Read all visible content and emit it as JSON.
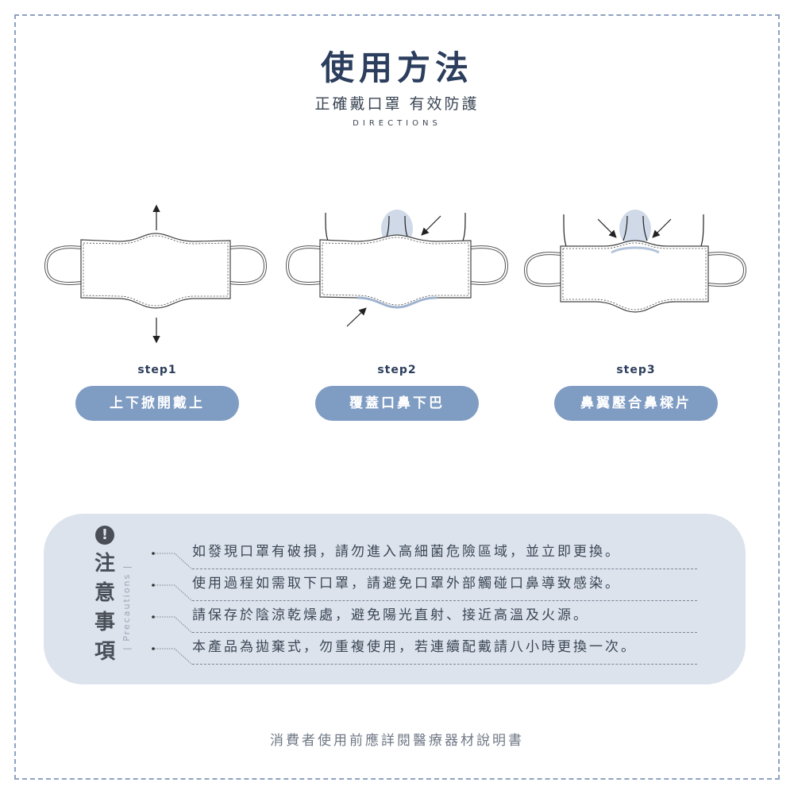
{
  "header": {
    "title": "使用方法",
    "subtitle": "正確戴口罩 有效防護",
    "english": "DIRECTIONS"
  },
  "steps": [
    {
      "label": "step1",
      "text": "上下掀開戴上"
    },
    {
      "label": "step2",
      "text": "覆蓋口鼻下巴"
    },
    {
      "label": "step3",
      "text": "鼻翼壓合鼻樑片"
    }
  ],
  "precautions": {
    "icon": "exclamation-icon",
    "warn_symbol": "!",
    "heading": [
      "注",
      "意",
      "事",
      "項"
    ],
    "english": "| Precautions |",
    "items": [
      "如發現口罩有破損，請勿進入高細菌危險區域，並立即更換。",
      "使用過程如需取下口罩，請避免口罩外部觸碰口鼻導致感染。",
      "請保存於陰涼乾燥處，避免陽光直射、接近高溫及火源。",
      "本產品為拋棄式，勿重複使用，若連續配戴請八小時更換一次。"
    ]
  },
  "footer": "消費者使用前應詳閱醫療器材說明書",
  "colors": {
    "title": "#2c3e5d",
    "pill": "#7f9cc3",
    "panel": "#dce3ed",
    "border": "#8ea2c2"
  }
}
